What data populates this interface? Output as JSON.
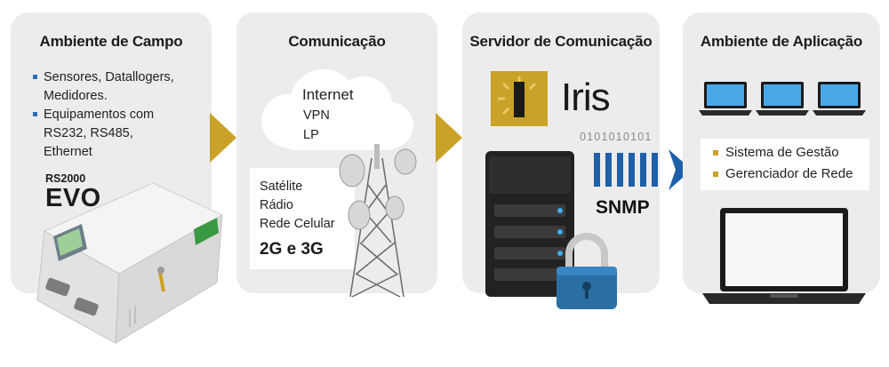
{
  "panels": {
    "field": {
      "title": "Ambiente de Campo",
      "items": [
        "Sensores, Datallogers,",
        "Medidores.",
        "Equipamentos com",
        "RS232, RS485,",
        "Ethernet"
      ],
      "model_small": "RS2000",
      "model_big": "EVO"
    },
    "comm": {
      "title": "Comunicação",
      "cloud": [
        "Internet",
        "VPN",
        "LP"
      ],
      "links": [
        "Satélite",
        "Rádio",
        "Rede Celular"
      ],
      "links_big": "2G e 3G"
    },
    "server": {
      "title": "Servidor de Comunicação",
      "logo_letter": "I",
      "logo_text": "Iris",
      "binary": "0101010101",
      "protocol": "SNMP"
    },
    "app": {
      "title": "Ambiente de Aplicação",
      "items": [
        "Sistema de Gestão",
        "Gerenciador de Rede"
      ]
    }
  },
  "colors": {
    "panel_bg": "#ececec",
    "chevron_gold": "#c9a227",
    "bullet_blue": "#2f6fb3",
    "snmp_blue": "#1f5fa8",
    "lock_blue": "#2a6fa3"
  },
  "icons": [
    "device-icon",
    "cloud-icon",
    "tower-icon",
    "iris-logo-icon",
    "server-icon",
    "lock-icon",
    "snmp-arrow-icon",
    "laptop-icon"
  ]
}
